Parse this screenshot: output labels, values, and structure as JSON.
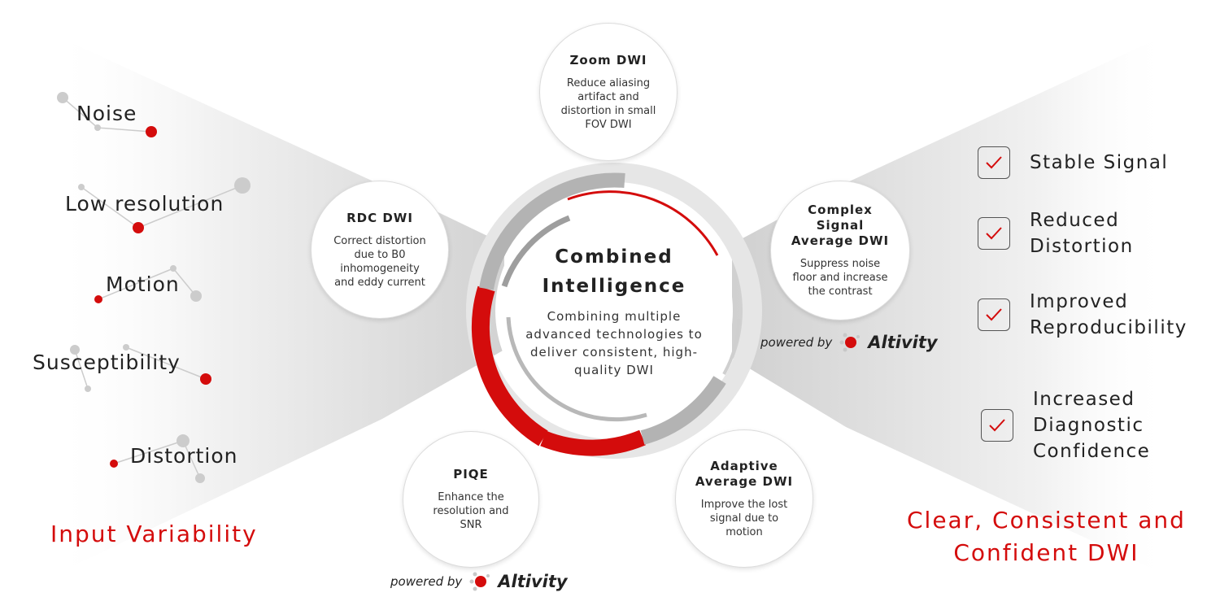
{
  "input": {
    "title": "Input Variability",
    "items": [
      "Noise",
      "Low resolution",
      "Motion",
      "Susceptibility",
      "Distortion"
    ]
  },
  "center": {
    "title_line1": "Combined",
    "title_line2": "Intelligence",
    "description": "Combining multiple advanced technologies to deliver consistent, high-quality DWI"
  },
  "techniques": {
    "zoom": {
      "title": "Zoom DWI",
      "desc": "Reduce aliasing artifact and distortion in small FOV DWI"
    },
    "rdc": {
      "title": "RDC DWI",
      "desc": "Correct distortion due to B0 inhomogeneity and eddy current"
    },
    "complex": {
      "title": "Complex Signal Average DWI",
      "desc": "Suppress noise floor and increase the contrast"
    },
    "piqe": {
      "title": "PIQE",
      "desc": "Enhance the resolution and SNR"
    },
    "adaptive": {
      "title": "Adaptive Average DWI",
      "desc": "Improve the lost signal due to motion"
    }
  },
  "powered_by": {
    "label": "powered by",
    "brand": "Altivity"
  },
  "output": {
    "title_line1": "Clear, Consistent and",
    "title_line2": "Confident DWI",
    "items": [
      "Stable Signal",
      "Reduced Distortion",
      "Improved Reproducibility",
      "Increased Diagnostic Confidence"
    ]
  },
  "colors": {
    "accent": "#d40c0c",
    "ring_gray": "#a9a9a9",
    "light_gray": "#e6e6e6"
  },
  "icons": [
    "checkbox-check-icon",
    "altivity-logo-icon"
  ]
}
